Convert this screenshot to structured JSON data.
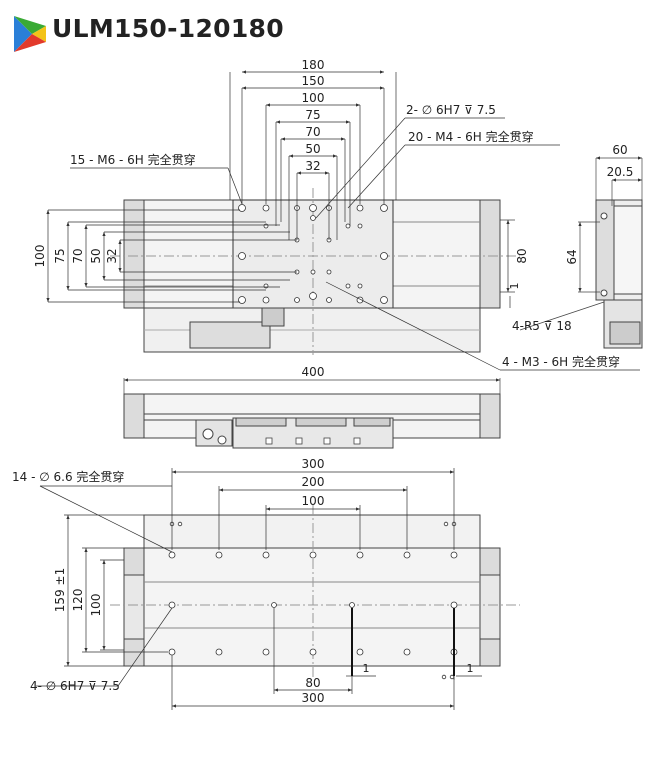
{
  "header": {
    "title": "ULM150-120180",
    "logo_colors": [
      "#2a7fd8",
      "#f3c318",
      "#e23a2b",
      "#3aaa35"
    ]
  },
  "top_view": {
    "dims_horizontal": [
      "180",
      "150",
      "100",
      "75",
      "70",
      "50",
      "32"
    ],
    "dims_vertical": [
      "100",
      "75",
      "70",
      "50",
      "32"
    ],
    "dim_right": "80",
    "dim_one": "1",
    "callouts": {
      "m6": "15 - M6 - 6H 完全贯穿",
      "dowel": "2- ∅ 6H7 ⊽ 7.5",
      "m4": "20 - M4 - 6H 完全贯穿",
      "m3": "4 - M3 - 6H 完全贯穿"
    }
  },
  "side_view": {
    "dim_60": "60",
    "dim_20_5": "20.5",
    "dim_64": "64",
    "callout_r5": "4-R5 ⊽ 18"
  },
  "front_view": {
    "dim_400": "400"
  },
  "bottom_view": {
    "dims_horizontal": [
      "300",
      "200",
      "100"
    ],
    "dims_vertical": [
      "159 ±1",
      "120",
      "100"
    ],
    "dim_80": "80",
    "dim_one_a": "1",
    "dim_one_b": "1",
    "dim_300_bottom": "300",
    "callout_holes": "14 - ∅ 6.6 完全贯穿",
    "callout_dowel": "4- ∅ 6H7 ⊽ 7.5"
  }
}
